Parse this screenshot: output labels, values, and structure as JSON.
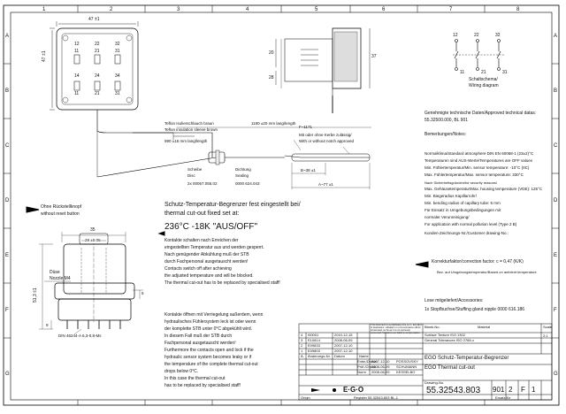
{
  "border": {
    "columns": [
      "1",
      "2",
      "3",
      "4",
      "5",
      "6",
      "7",
      "8"
    ],
    "rows": [
      "A",
      "B",
      "C",
      "D",
      "E",
      "F",
      "G"
    ]
  },
  "top_view": {
    "dim_width": "47 ±1",
    "dim_height": "47 ±1",
    "terminals_top": [
      "11",
      "21",
      "31"
    ],
    "terminals_top2": [
      "12",
      "22",
      "32"
    ],
    "terminals_bottom": [
      "14",
      "24",
      "34"
    ],
    "terminals_bottom2": [
      "11",
      "21",
      "31"
    ]
  },
  "side_view": {
    "dim_20": "20",
    "dim_28": "28",
    "dim_37": "37"
  },
  "schematic": {
    "terminals_top": [
      "12",
      "22",
      "32"
    ],
    "terminals_bottom": [
      "11",
      "21",
      "31"
    ],
    "caption_de": "Schaltschema/",
    "caption_en": "Wiring diagram"
  },
  "capillary": {
    "teflon_de": "Teflon Isolierschlauch braun",
    "teflon_en": "Teflon insulation sleeve brown",
    "length_1": "990 ±15  mm lang/length",
    "total_length": "1190 ±20  mm lang/length",
    "f_label": "F~1171",
    "fitting_de": "Mit oder ohne Kerbe zulässig/",
    "fitting_en": "With or without notch approved",
    "dim_b": "B~38 ±1",
    "dim_a": "A~77 ±1",
    "washer_de": "Scheibe",
    "washer_en": "Disc",
    "washer_part": "2x 00067.055.02",
    "seal_de": "Dichtung",
    "seal_en": "Sealing",
    "seal_part": "0000 624.043"
  },
  "reset_button": {
    "de": "Ohne Rückstellknopf",
    "en": "without reset button"
  },
  "front_view": {
    "dim_35": "35",
    "dim_28": "28 ±0.05",
    "dim_5": "5",
    "dim_513": "51,3 ±1",
    "dim_9": "9",
    "nozzle_de": "Düse",
    "nozzle_en": "Nozzle M4",
    "din": "DIN 46244-A 6,3-0,8-Ms"
  },
  "cutout": {
    "heading_de": "Schutz-Temperatur-Begrenzer fest eingestellt bei/",
    "heading_en": "thermal cut-out fixed set at:",
    "setting": "236°C -18K \"AUS/OFF\"",
    "text_de": [
      "Kontakte schalten nach Erreichen der",
      "eingestellten Temperatur aus und werden gesperrt.",
      "Nach genügender Abkühlung muß der STB",
      "durch Fachpersonal ausgetauscht werden!"
    ],
    "text_en": [
      "Contacts switch off after achieving",
      "the adjusted temperature and will be blocked.",
      "The thermal cut-out has to be replaced by specialised staff!"
    ],
    "fail_de": [
      "Kontakte öffnen mit Verriegelung außerdem, wenn",
      "hydraulisches Fühlersystem leck ist oder wenn",
      "der komplette STB unter 0°C abgekühlt wird.",
      "In diesem Fall muß der STB durch",
      "Fachpersonal ausgetauscht werden!"
    ],
    "fail_en": [
      "Furthermore the contacts open and lock if the",
      "hydraulic sensor system becomes leaky or if",
      "the temperature of the complete thermal cut-out",
      "drops below 0°C.",
      "In this case the thermal cut-out",
      "has to be replaced by specialised staff!"
    ]
  },
  "specs": {
    "header": "Genehmigte technische Daten/Approved technical datas:",
    "approval": "55.32500.000, BL 901",
    "remarks": "Bemerkungen/Notes:",
    "lines": [
      "Normalklima/Standard atmosphere DIN EN 60068-1 (23±2)°C",
      "Temperaturen sind AUS-Werte/Temperatures are OFF values",
      "Min. Fühlertemperatur/Min. sensor temperature: -10°C (0C)",
      "Max. Fühlertemperatur/Max. sensor temperature: 330°C",
      "Nach Sicherheitsgründen/for security reasons!",
      "Max. Gehäusetemperatur/Max. housing temperature (VDE): 125°C",
      "Min. Biegeradius Kapillarrohr/",
      "Min. bending radius of capillary tube: 5 mm",
      "Für Einsatz in Umgebungsbedingungen mit",
      "normaler Verunreinigung/",
      "For application with normal pollution level (Type 2 B)",
      "Kunden-Zeichnungs-Nr./Customer drawing-No.:"
    ],
    "correction": "Korrekturfaktor/correction factor: c = 0,47 (K/K)",
    "correction_note": "Bez. auf Umgebungstemperatur/Based on ambient temperature",
    "accessories_de": "Lose mitgeliefert/Accessories:",
    "accessories_en": "1x Stopfbuchse/Stuffing gland nipple 0000 616.186"
  },
  "title_block": {
    "revisions": [
      {
        "no": "4",
        "code": "I00001",
        "date": "2010-12-15"
      },
      {
        "no": "3",
        "code": "E10814",
        "date": "2008-06-09"
      },
      {
        "no": "2",
        "code": "E09833",
        "date": "2007-12-10"
      },
      {
        "no": "1",
        "code": "E09803",
        "date": "2007-12-10"
      }
    ],
    "rev_header": [
      "Ä.",
      "Änderungs-Nr.",
      "Datum",
      "Name"
    ],
    "drawn": "Entw./Drawn",
    "drawn_date": "2007-12-10",
    "drawn_name": "POSSOVSKY",
    "check": "Prüf./Check",
    "check_date": "2008-06-09",
    "check_name": "SCHUMANN",
    "norm": "Norm",
    "norm_date": "2008-06-09",
    "norm_name": "KESSELBO",
    "notice": "This document is a proprietary of E.G.O.; any kind of duplication, utilisation or communication will be prosecuted, as far as it is not expressly consented. Violations are liable to compensation.",
    "surface": "Surface Texture ISO 1302",
    "general_tol": "General Tolerances ISO 2768-v",
    "blank": "Blank-No.",
    "material": "Material",
    "scale_label": "Scale",
    "scale": "2:1",
    "title_de": "EGO Schutz-Temperatur-Begrenzer",
    "title_en": "EGO Thermal cut-out",
    "drawing_no_label": "Drawing-No.",
    "drawing_no": "55.32543.803",
    "sheet_size": "901",
    "format": "2",
    "sheet": "F",
    "page": "1",
    "company": "E·G·O",
    "footer_origin": "Origin",
    "footer_register": "Register  55.32543.803 BL-1",
    "footer_2": "Ersatz für"
  }
}
